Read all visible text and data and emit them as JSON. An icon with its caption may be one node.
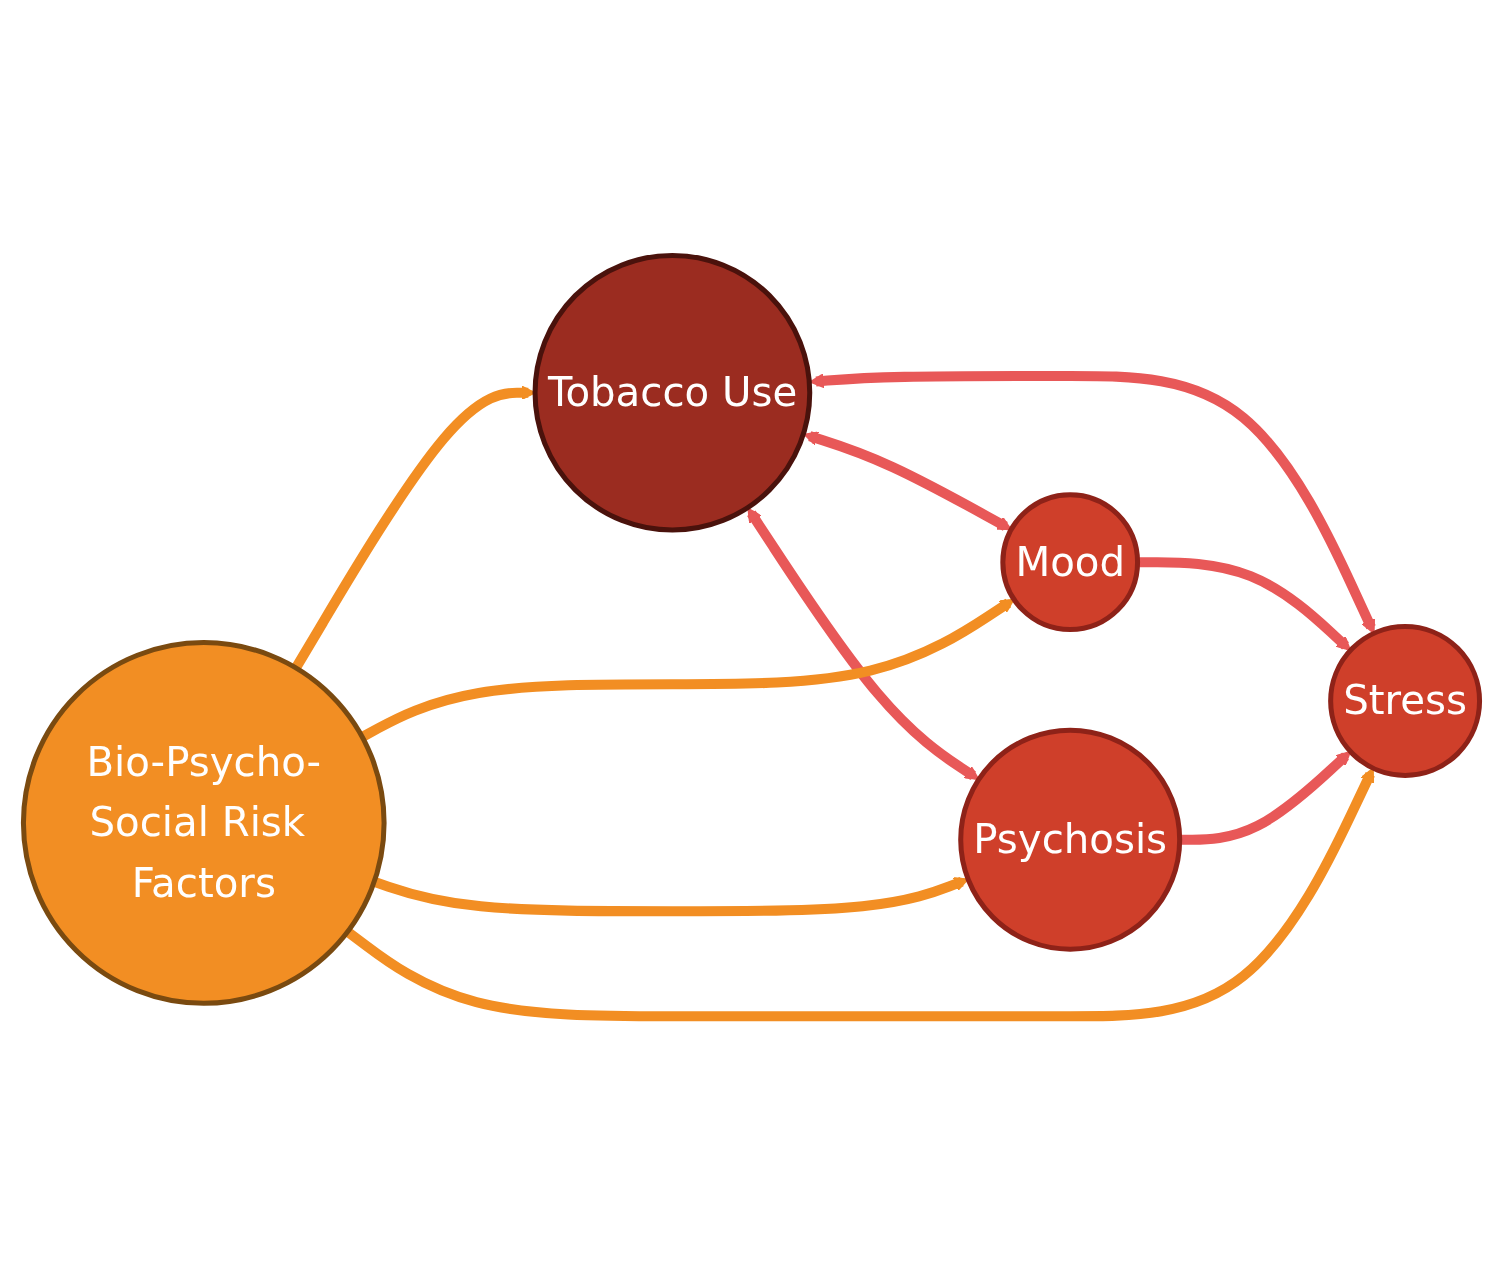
{
  "diagram": {
    "nodes": [
      {
        "text": [
          "Tobacco Use"
        ]
      },
      {
        "text": [
          "Stress"
        ]
      },
      {
        "text": [
          "Mood"
        ]
      },
      {
        "text": [
          "Psychosis"
        ]
      },
      {
        "text": [
          "Bio-Psycho-Social Risk Factors"
        ]
      }
    ],
    "edges": [
      {
        "from": 0,
        "to": 1,
        "arrow": "both",
        "color": "#e85858"
      },
      {
        "from": 0,
        "to": 2,
        "arrow": "both",
        "color": "#e85858"
      },
      {
        "from": 0,
        "to": 3,
        "arrow": "both",
        "color": "#e85858"
      },
      {
        "from": 2,
        "to": 1,
        "arrow": "to",
        "color": "#e85858"
      },
      {
        "from": 3,
        "to": 1,
        "arrow": "to",
        "color": "#e85858"
      },
      {
        "from": 4,
        "to": 0,
        "arrow": "to",
        "color": "#f28e23"
      },
      {
        "from": 4,
        "to": 1,
        "arrow": "to",
        "color": "#f28e23"
      },
      {
        "from": 4,
        "to": 2,
        "arrow": "to",
        "color": "#f28e23"
      },
      {
        "from": 4,
        "to": 3,
        "arrow": "to",
        "color": "#f28e23"
      }
    ]
  }
}
